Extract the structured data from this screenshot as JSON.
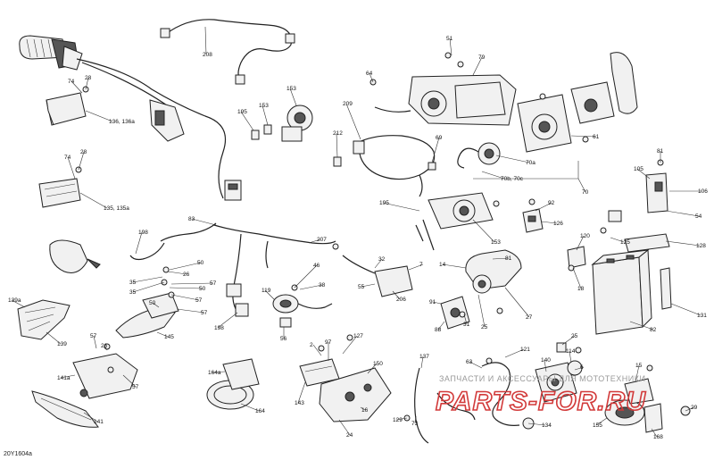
{
  "diagram": {
    "code": "20Y1604a",
    "watermark": {
      "line1": "ЗАПЧАСТИ И АКСЕССУАРЫ ДЛЯ МОТОТЕХНИКИ",
      "logo": "PARTS-FOR.RU"
    },
    "labels": [
      "208",
      "74",
      "28",
      "136, 136a",
      "195",
      "153",
      "74",
      "28",
      "135, 135a",
      "153",
      "51",
      "79",
      "64",
      "209",
      "212",
      "69",
      "70a",
      "70",
      "70b, 70c",
      "61",
      "81",
      "106",
      "105",
      "54",
      "195",
      "92",
      "126",
      "153",
      "83",
      "207",
      "198",
      "50",
      "35",
      "57",
      "50",
      "57",
      "35",
      "26",
      "32",
      "7",
      "46",
      "38",
      "55",
      "206",
      "119",
      "198",
      "56",
      "120",
      "125",
      "128",
      "18",
      "139a",
      "139",
      "50",
      "57",
      "145",
      "14",
      "81",
      "91",
      "27",
      "88",
      "31",
      "25",
      "131",
      "82",
      "57",
      "26",
      "57",
      "141a",
      "141",
      "2",
      "97",
      "127",
      "164a",
      "164",
      "150",
      "137",
      "63",
      "121",
      "25",
      "114",
      "140",
      "6",
      "15",
      "29",
      "143",
      "16",
      "24",
      "73",
      "129",
      "134",
      "155",
      "168"
    ]
  }
}
